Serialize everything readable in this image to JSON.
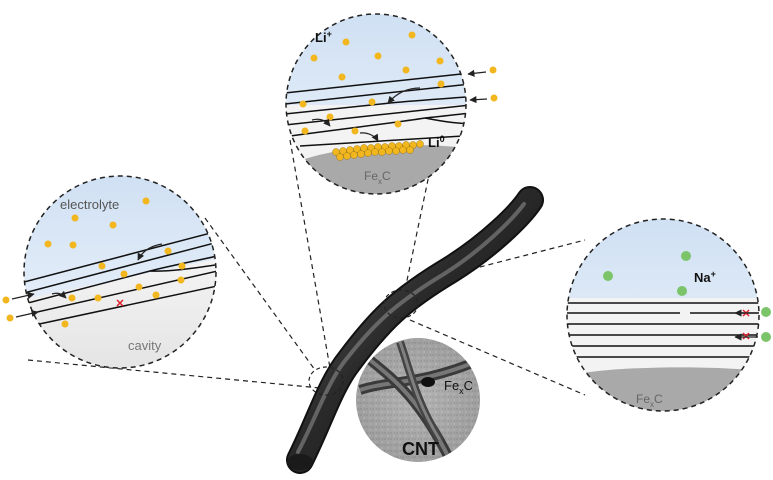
{
  "labels": {
    "li_ion": "Li",
    "li_ion_sup": "+",
    "li_metal": "Li",
    "li_metal_sup": "0",
    "fexc_top": "Fe",
    "fexc_top_sub": "x",
    "fexc_top_end": "C",
    "electrolyte": "electrolyte",
    "cavity": "cavity",
    "na_ion": "Na",
    "na_ion_sup": "+",
    "fexc_right": "Fe",
    "fexc_right_sub": "x",
    "fexc_right_end": "C",
    "fexc_tem": "Fe",
    "fexc_tem_sub": "x",
    "fexc_tem_end": "C",
    "cnt": "CNT"
  },
  "colors": {
    "li_particle": "#f2b71f",
    "na_particle": "#7cc46a",
    "electrolyte_fill": "#dde9f6",
    "fexc_fill": "#a9a9a9",
    "blocked_mark": "#e0202a",
    "tube": "#2a2a2a"
  }
}
